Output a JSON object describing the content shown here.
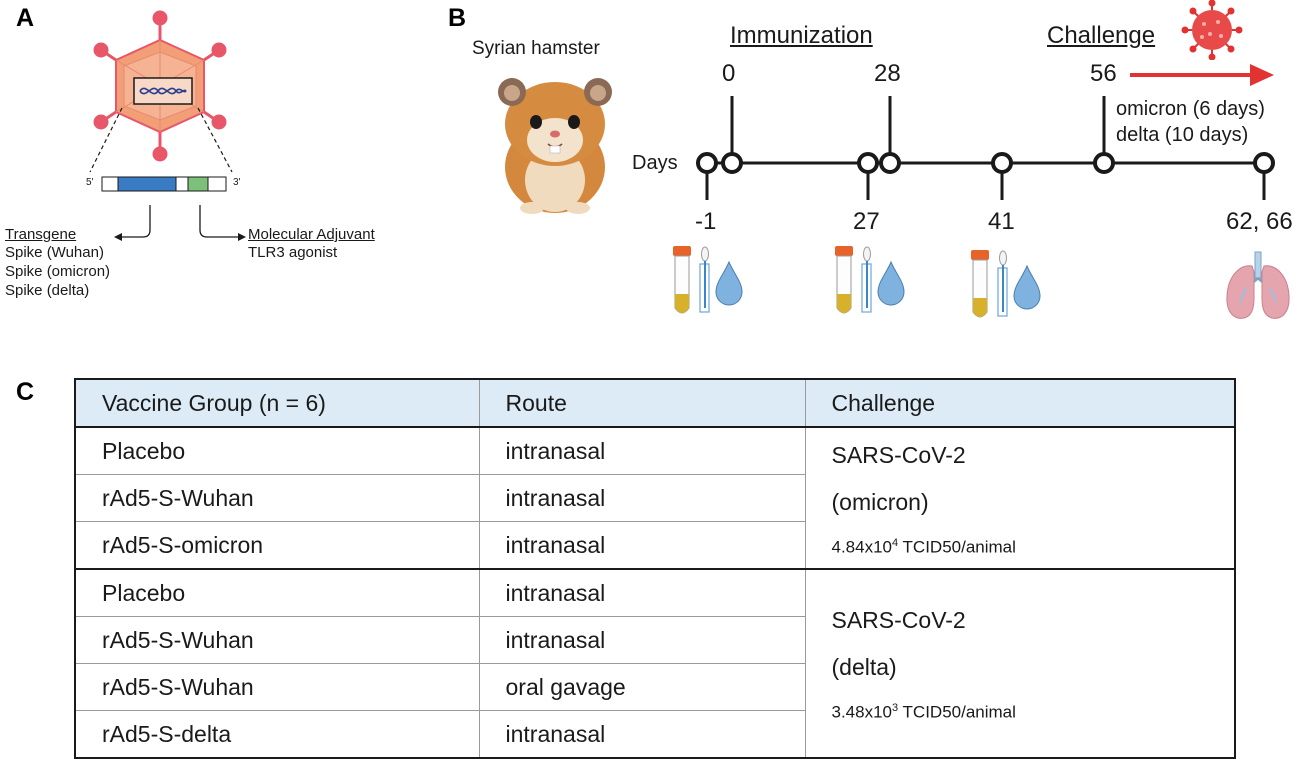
{
  "panels": {
    "a": {
      "letter": "A",
      "construct": {
        "five_prime": "5'",
        "three_prime": "3'"
      },
      "transgene": {
        "heading": "Transgene",
        "items": [
          "Spike (Wuhan)",
          "Spike (omicron)",
          "Spike (delta)"
        ]
      },
      "adjuvant": {
        "heading": "Molecular Adjuvant",
        "item": "TLR3 agonist"
      }
    },
    "b": {
      "letter": "B",
      "animal": "Syrian hamster",
      "immunization_label": "Immunization",
      "challenge_label": "Challenge",
      "days_label": "Days",
      "top_days": [
        "0",
        "28",
        "56"
      ],
      "bottom_days": [
        "-1",
        "27",
        "41",
        "62, 66"
      ],
      "challenge_note": [
        "omicron (6 days)",
        "delta (10 days)"
      ]
    },
    "c": {
      "letter": "C",
      "headers": [
        "Vaccine Group (n = 6)",
        "Route",
        "Challenge"
      ],
      "groups": [
        {
          "rows": [
            {
              "vaccine": "Placebo",
              "route": "intranasal"
            },
            {
              "vaccine": "rAd5-S-Wuhan",
              "route": "intranasal"
            },
            {
              "vaccine": "rAd5-S-omicron",
              "route": "intranasal"
            }
          ],
          "challenge": {
            "virus": "SARS-CoV-2",
            "variant": "(omicron)",
            "dose_base": "4.84x10",
            "dose_exp": "4",
            "dose_unit": " TCID50/animal"
          }
        },
        {
          "rows": [
            {
              "vaccine": "Placebo",
              "route": "intranasal"
            },
            {
              "vaccine": "rAd5-S-Wuhan",
              "route": "intranasal"
            },
            {
              "vaccine": "rAd5-S-Wuhan",
              "route": "oral gavage"
            },
            {
              "vaccine": "rAd5-S-delta",
              "route": "intranasal"
            }
          ],
          "challenge": {
            "virus": "SARS-CoV-2",
            "variant": "(delta)",
            "dose_base": "3.48x10",
            "dose_exp": "3",
            "dose_unit": " TCID50/animal"
          }
        }
      ]
    }
  },
  "colors": {
    "virus_body": "#f29f78",
    "virus_spike": "#e8566a",
    "gene_blue": "#3a7cc4",
    "gene_green": "#7cc07a",
    "arrow_red": "#e23333",
    "header_fill": "#dcebf5",
    "drop_blue": "#7fb2df",
    "tube_cap": "#e8632a",
    "tube_fluid": "#d8b12a",
    "lung": "#e4a5ae"
  },
  "icons": [
    "adenovirus-icon",
    "dna-icon",
    "hamster-icon",
    "coronavirus-icon",
    "blood-tube-icon",
    "swab-icon",
    "droplet-icon",
    "lungs-icon"
  ]
}
